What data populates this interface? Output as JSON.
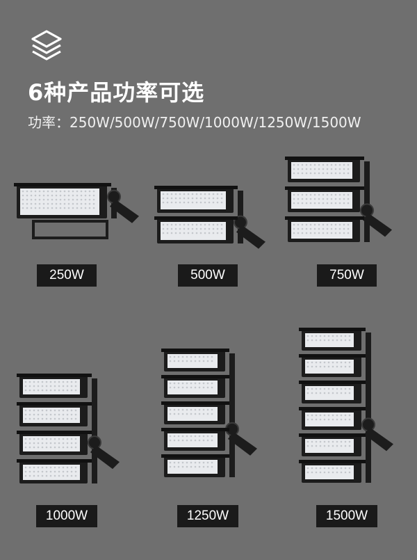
{
  "header": {
    "title": "6种产品功率可选",
    "subtitle": "功率：250W/500W/750W/1000W/1250W/1500W",
    "logo_icon": "layers-icon"
  },
  "products": [
    {
      "label": "250W",
      "modules": 1
    },
    {
      "label": "500W",
      "modules": 2
    },
    {
      "label": "750W",
      "modules": 3
    },
    {
      "label": "1000W",
      "modules": 4
    },
    {
      "label": "1250W",
      "modules": 5
    },
    {
      "label": "1500W",
      "modules": 6
    }
  ],
  "colors": {
    "background": "#6f6f6f",
    "badge": "#1a1a1a",
    "text": "#ffffff",
    "housing": "#1c1c1c",
    "lens": "#e9ebee"
  }
}
